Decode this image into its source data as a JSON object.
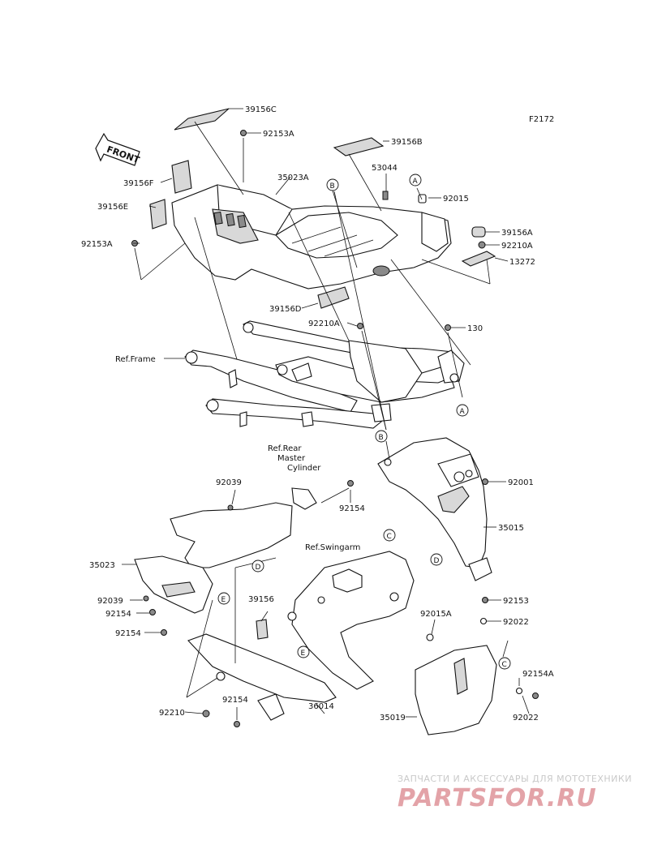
{
  "diagram_code": "F2172",
  "front_arrow_label": "FRONT",
  "parts": [
    {
      "id": "p1",
      "label": "39156C"
    },
    {
      "id": "p2",
      "label": "92153A"
    },
    {
      "id": "p3",
      "label": "39156B"
    },
    {
      "id": "p4",
      "label": "53044"
    },
    {
      "id": "p5",
      "label": "35023A"
    },
    {
      "id": "p6",
      "label": "39156F"
    },
    {
      "id": "p7",
      "label": "39156E"
    },
    {
      "id": "p8",
      "label": "92153A"
    },
    {
      "id": "p9",
      "label": "92015"
    },
    {
      "id": "p10",
      "label": "39156A"
    },
    {
      "id": "p11",
      "label": "92210A"
    },
    {
      "id": "p12",
      "label": "13272"
    },
    {
      "id": "p13",
      "label": "39156D"
    },
    {
      "id": "p14",
      "label": "92210A"
    },
    {
      "id": "p15",
      "label": "130"
    },
    {
      "id": "p16",
      "label": "Ref.Frame"
    },
    {
      "id": "p17",
      "label": "Ref.Rear"
    },
    {
      "id": "p18",
      "label": "Master"
    },
    {
      "id": "p19",
      "label": "Cylinder"
    },
    {
      "id": "p20",
      "label": "92039"
    },
    {
      "id": "p21",
      "label": "92154"
    },
    {
      "id": "p22",
      "label": "92001"
    },
    {
      "id": "p23",
      "label": "35015"
    },
    {
      "id": "p24",
      "label": "Ref.Swingarm"
    },
    {
      "id": "p25",
      "label": "35023"
    },
    {
      "id": "p26",
      "label": "92039"
    },
    {
      "id": "p27",
      "label": "92154"
    },
    {
      "id": "p28",
      "label": "92154"
    },
    {
      "id": "p29",
      "label": "39156"
    },
    {
      "id": "p30",
      "label": "92015A"
    },
    {
      "id": "p31",
      "label": "92153"
    },
    {
      "id": "p32",
      "label": "92022"
    },
    {
      "id": "p33",
      "label": "92154A"
    },
    {
      "id": "p34",
      "label": "92022"
    },
    {
      "id": "p35",
      "label": "92210"
    },
    {
      "id": "p36",
      "label": "92154"
    },
    {
      "id": "p37",
      "label": "36014"
    },
    {
      "id": "p38",
      "label": "35019"
    }
  ],
  "callouts": [
    {
      "id": "c1",
      "letter": "B"
    },
    {
      "id": "c2",
      "letter": "A"
    },
    {
      "id": "c3",
      "letter": "A"
    },
    {
      "id": "c4",
      "letter": "B"
    },
    {
      "id": "c5",
      "letter": "C"
    },
    {
      "id": "c6",
      "letter": "D"
    },
    {
      "id": "c7",
      "letter": "D"
    },
    {
      "id": "c8",
      "letter": "E"
    },
    {
      "id": "c9",
      "letter": "E"
    },
    {
      "id": "c10",
      "letter": "C"
    }
  ],
  "watermark": {
    "tagline": "ЗАПЧАСТИ И АКСЕССУАРЫ ДЛЯ МОТОТЕХНИКИ",
    "brand": "PARTSFOR.RU",
    "brand_color": "#e3a3a8"
  }
}
